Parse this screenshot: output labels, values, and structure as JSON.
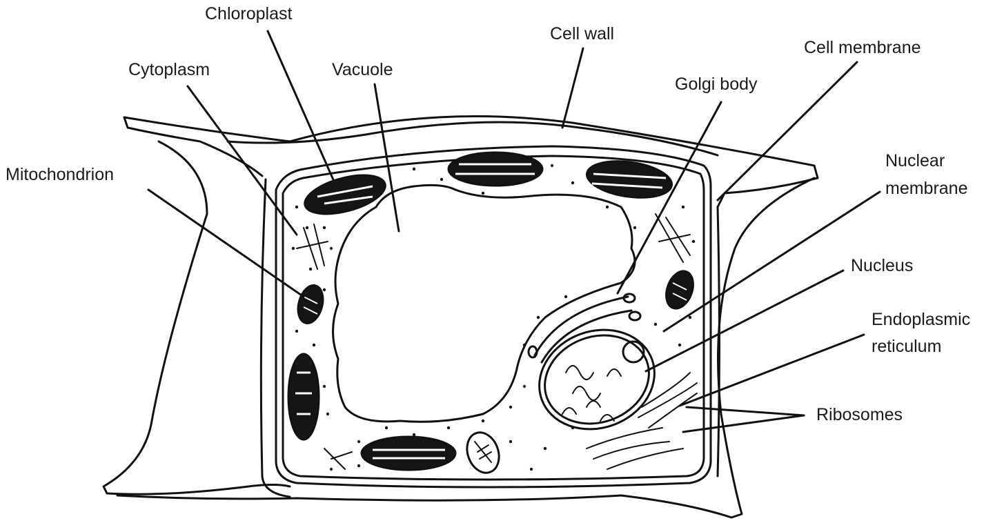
{
  "diagram": {
    "labels": {
      "chloroplast": "Chloroplast",
      "cell_wall": "Cell wall",
      "cell_membrane": "Cell membrane",
      "cytoplasm": "Cytoplasm",
      "vacuole": "Vacuole",
      "golgi_body": "Golgi body",
      "mitochondrion": "Mitochondrion",
      "nuclear_membrane_line1": "Nuclear",
      "nuclear_membrane_line2": "membrane",
      "nucleus": "Nucleus",
      "endoplasmic_reticulum_line1": "Endoplasmic",
      "endoplasmic_reticulum_line2": "reticulum",
      "ribosomes": "Ribosomes"
    }
  }
}
